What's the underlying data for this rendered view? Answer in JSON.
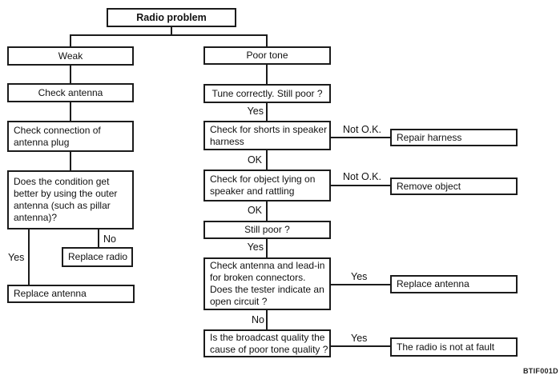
{
  "figure_code": "BTIF001D",
  "flowchart": {
    "nodes": {
      "root": "Radio problem",
      "weak": "Weak",
      "poor_tone": "Poor tone",
      "check_antenna": "Check antenna",
      "tune_correctly": "Tune correctly. Still poor ?",
      "check_connection": "Check connection of\nantenna plug",
      "check_shorts": "Check for shorts in speaker\nharness",
      "does_condition": "Does the condition get\nbetter by using the outer\nantenna (such as pillar\nantenna)?",
      "check_object": "Check for object lying on\nspeaker and rattling",
      "still_poor": "Still poor ?",
      "replace_radio": "Replace radio",
      "replace_antenna_left": "Replace antenna",
      "check_leadin": "Check antenna and lead-in\nfor broken connectors.\nDoes the tester indicate an\nopen circuit ?",
      "is_broadcast": "Is the broadcast quality the\ncause of poor tone quality ?",
      "repair_harness": "Repair harness",
      "remove_object": "Remove object",
      "replace_antenna_right": "Replace antenna",
      "radio_not_fault": "The radio is not at fault"
    },
    "labels": {
      "yes_outer_antenna": "Yes",
      "no_outer_antenna": "No",
      "yes_tune": "Yes",
      "ok_shorts": "OK",
      "ok_object": "OK",
      "yes_still_poor": "Yes",
      "no_open_circuit": "No",
      "not_ok_shorts": "Not O.K.",
      "not_ok_object": "Not O.K.",
      "yes_open_circuit": "Yes",
      "yes_broadcast": "Yes"
    }
  }
}
